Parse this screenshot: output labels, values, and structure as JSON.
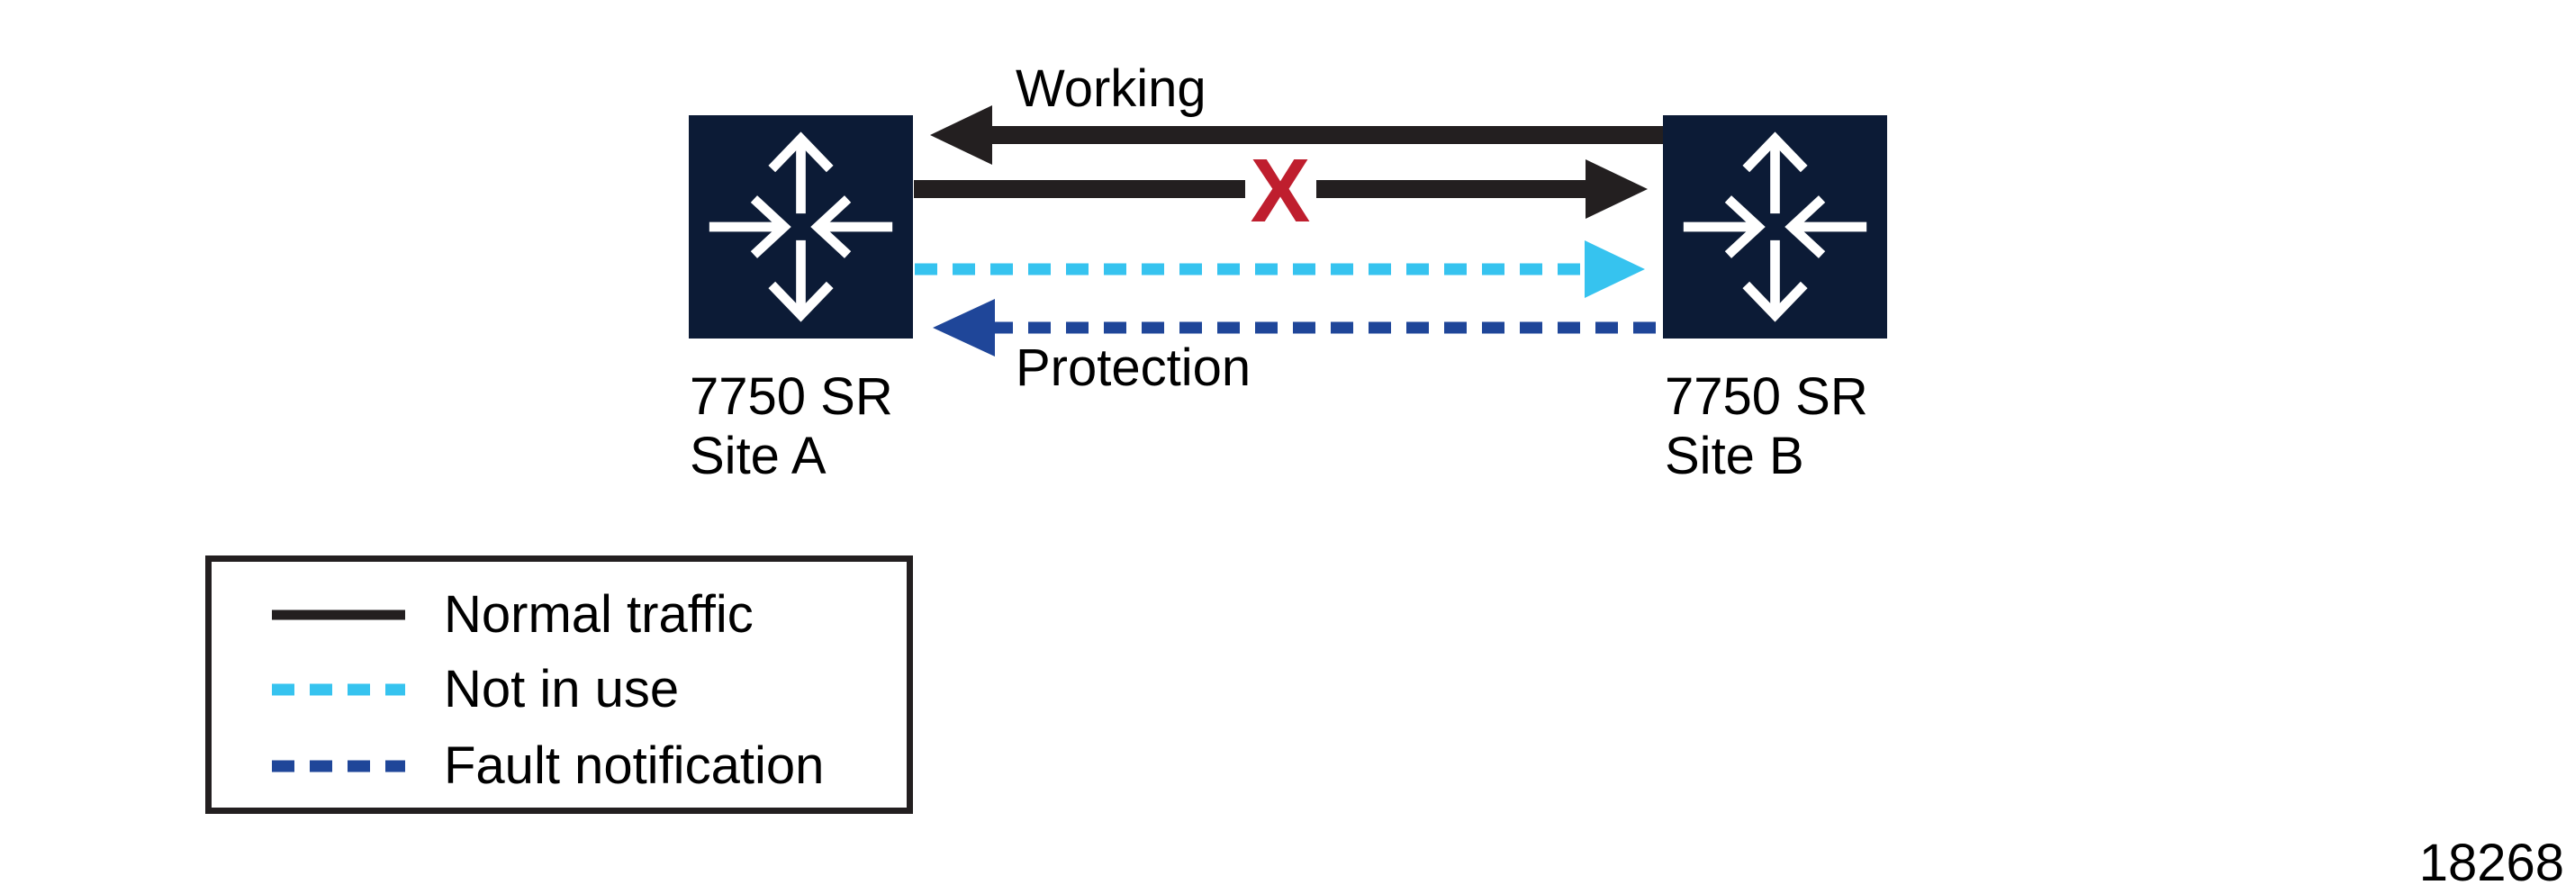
{
  "figure": {
    "number": "18268",
    "background": "#ffffff"
  },
  "colors": {
    "node_fill": "#0C1B36",
    "line_black": "#231F20",
    "line_cyan": "#36C3EF",
    "line_blue": "#1F4699",
    "fault_red": "#BF1E2E",
    "text": "#000000"
  },
  "nodes": {
    "site_a": {
      "name": "7750 SR",
      "site": "Site A"
    },
    "site_b": {
      "name": "7750 SR",
      "site": "Site B"
    }
  },
  "links": {
    "working": {
      "label": "Working",
      "direction": "right-to-left",
      "style": "solid-black"
    },
    "failed": {
      "marker": "X",
      "direction": "left-to-right",
      "style": "solid-black"
    },
    "not_in_use": {
      "direction": "left-to-right",
      "style": "dashed-cyan"
    },
    "protection": {
      "label": "Protection",
      "direction": "right-to-left",
      "style": "dashed-blue"
    }
  },
  "legend": {
    "items": [
      {
        "label": "Normal traffic",
        "style": "solid-black"
      },
      {
        "label": "Not in use",
        "style": "dashed-cyan"
      },
      {
        "label": "Fault notification",
        "style": "dashed-blue"
      }
    ]
  }
}
